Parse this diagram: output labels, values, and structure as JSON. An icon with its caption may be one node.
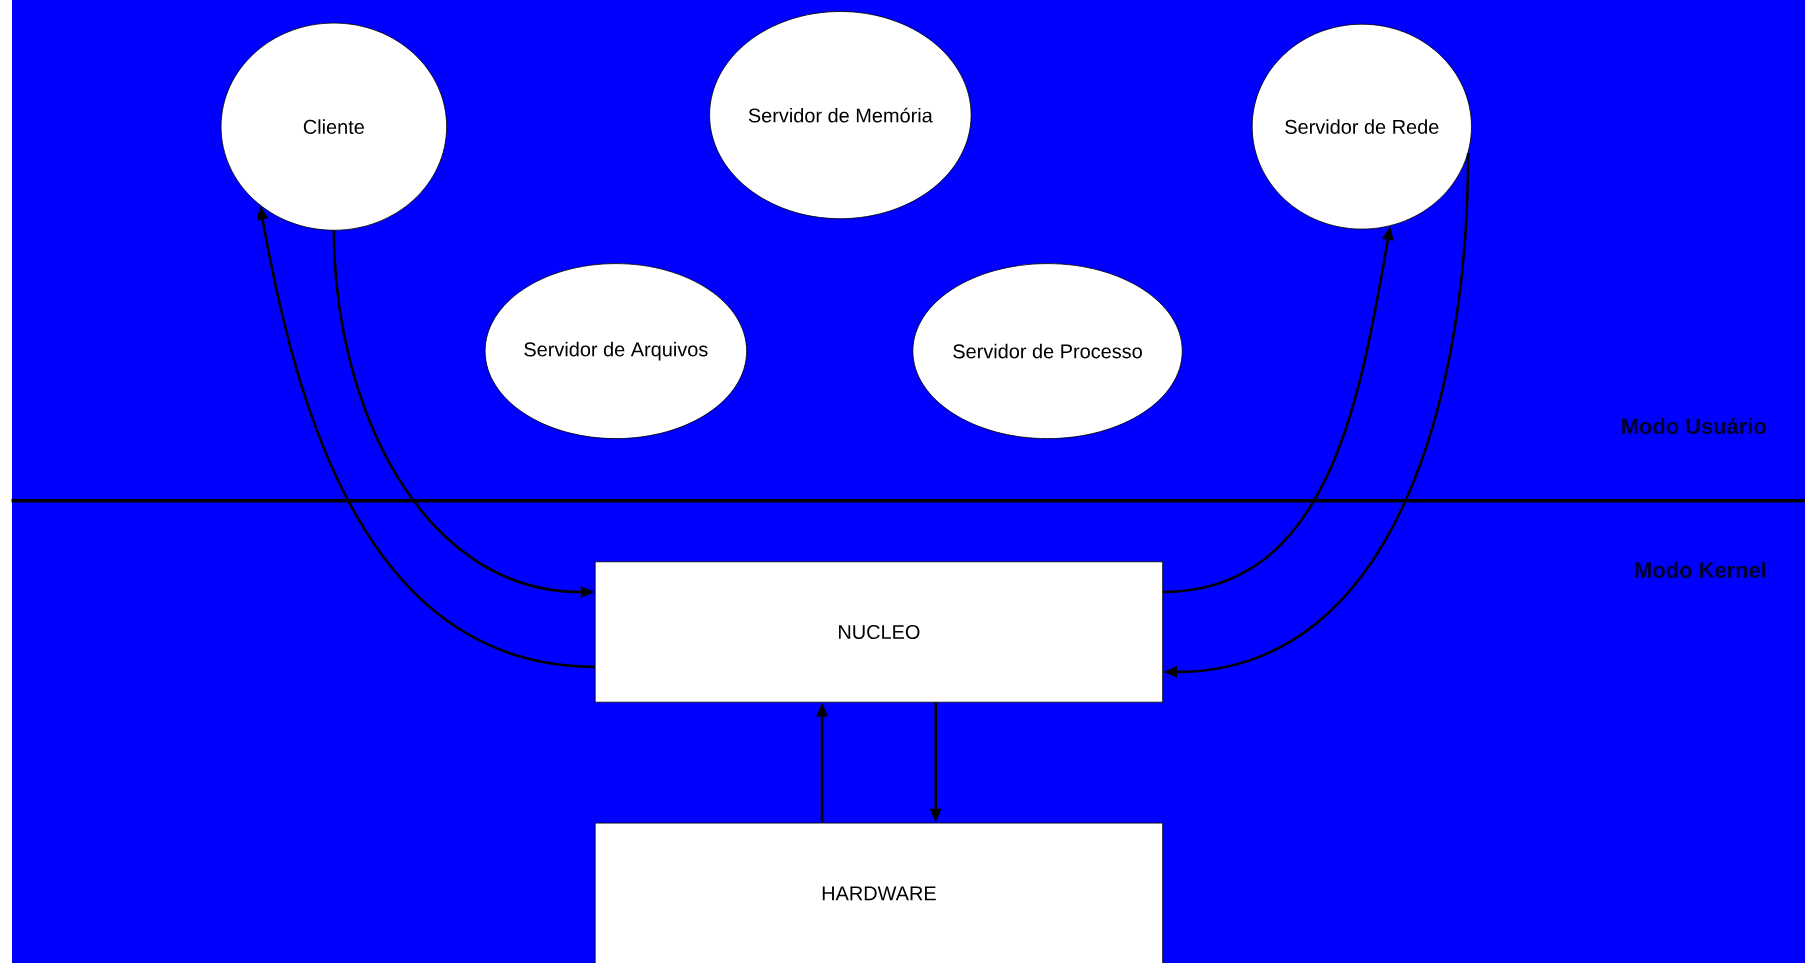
{
  "diagram": {
    "nodes": [
      {
        "text": [
          "Cliente"
        ]
      },
      {
        "text": [
          "Servidor de Memória"
        ]
      },
      {
        "text": [
          "Servidor de Rede"
        ]
      },
      {
        "text": [
          "Servidor de Arquivos"
        ]
      },
      {
        "text": [
          "Servidor de Processo"
        ]
      },
      {
        "text": [
          "NUCLEO"
        ]
      },
      {
        "text": [
          "HARDWARE"
        ]
      }
    ],
    "edges": [
      {
        "from": 5,
        "to": 0,
        "arrow": "to"
      },
      {
        "from": 0,
        "to": 5,
        "arrow": "to"
      },
      {
        "from": 5,
        "to": 2,
        "arrow": "to"
      },
      {
        "from": 2,
        "to": 5,
        "arrow": "to"
      },
      {
        "from": 6,
        "to": 5,
        "arrow": "to"
      },
      {
        "from": 5,
        "to": 6,
        "arrow": "to"
      }
    ],
    "labels": [
      "Modo Usuário",
      "Modo Kernel"
    ]
  }
}
